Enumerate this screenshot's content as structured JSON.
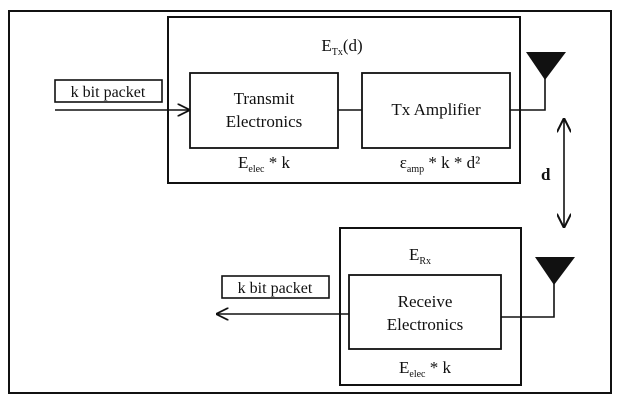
{
  "transmitter": {
    "energy_label": "E",
    "energy_sub": "Tx",
    "energy_suffix": "(d)",
    "input_label": "k bit packet",
    "electronics_line1": "Transmit",
    "electronics_line2": "Electronics",
    "amplifier_label": "Tx Amplifier",
    "elec_cost_base": "E",
    "elec_cost_sub": "elec",
    "elec_cost_suffix": " * k",
    "amp_cost_base": "ε",
    "amp_cost_sub": "amp",
    "amp_cost_suffix": " * k * d²"
  },
  "distance": {
    "label": "d"
  },
  "receiver": {
    "energy_label": "E",
    "energy_sub": "Rx",
    "output_label": "k bit packet",
    "electronics_line1": "Receive",
    "electronics_line2": "Electronics",
    "elec_cost_base": "E",
    "elec_cost_sub": "elec",
    "elec_cost_suffix": " * k"
  }
}
